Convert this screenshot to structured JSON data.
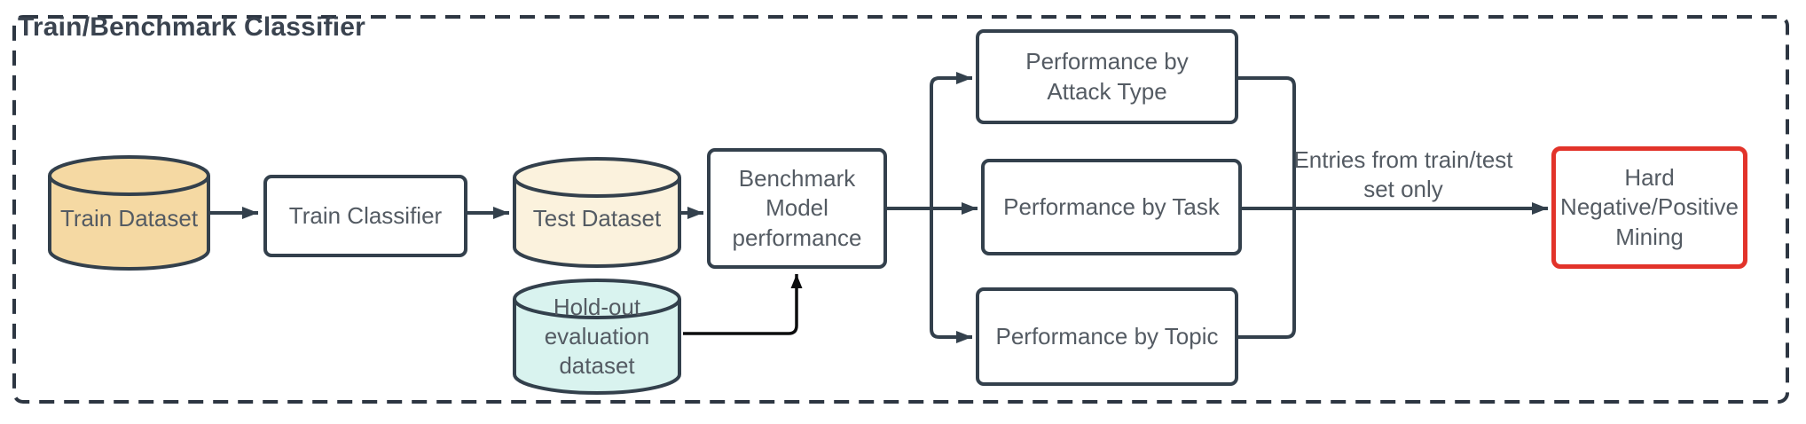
{
  "diagram": {
    "title": "Train/Benchmark Classifier",
    "nodes": {
      "train_dataset": {
        "label": "Train Dataset",
        "shape": "cylinder",
        "fill": "#f5d9a3"
      },
      "train_classifier": {
        "label": "Train Classifier",
        "shape": "box",
        "fill": "#ffffff"
      },
      "test_dataset": {
        "label": "Test Dataset",
        "shape": "cylinder",
        "fill": "#fbf2dd"
      },
      "benchmark": {
        "label": "Benchmark\nModel\nperformance",
        "shape": "box",
        "fill": "#ffffff"
      },
      "holdout": {
        "label": "Hold-out\nevaluation\ndataset",
        "shape": "cylinder",
        "fill": "#d9f3ef"
      },
      "perf_attack": {
        "label": "Performance by\nAttack Type",
        "shape": "box",
        "fill": "#ffffff"
      },
      "perf_task": {
        "label": "Performance by Task",
        "shape": "box",
        "fill": "#ffffff"
      },
      "perf_topic": {
        "label": "Performance by Topic",
        "shape": "box",
        "fill": "#ffffff"
      },
      "mining": {
        "label": "Hard\nNegative/Positive\nMining",
        "shape": "box",
        "border": "#e2332a"
      }
    },
    "edge_labels": {
      "train_test_only": "Entries from train/test\nset only"
    },
    "colors": {
      "line": "#33404c",
      "holdout_arrow": "#0c0d0e",
      "frame": "#2d3642",
      "text": "#545b63",
      "title_text": "#3a434f",
      "mining_border": "#e2332a",
      "train_fill": "#f5d9a3",
      "test_fill": "#fbf2dd",
      "holdout_fill": "#d9f3ef"
    }
  }
}
